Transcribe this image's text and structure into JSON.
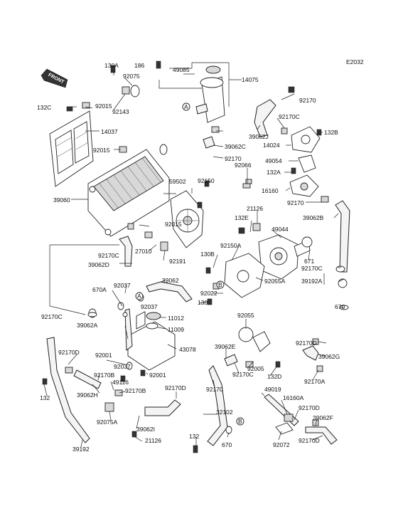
{
  "diagram_code": "E2032",
  "front_label": "FRONT",
  "ref_marks": [
    "A",
    "B"
  ],
  "part_numbers": [
    "130A",
    "186",
    "49085",
    "14075",
    "92075",
    "132C",
    "92015",
    "92143",
    "14037",
    "92170",
    "92170C",
    "39062J",
    "132B",
    "14024",
    "92015",
    "39062C",
    "92170",
    "49054",
    "92066",
    "132A",
    "16160",
    "59502",
    "92150",
    "39060",
    "92170",
    "39062B",
    "21126",
    "132E",
    "49044",
    "92015",
    "27010",
    "92191",
    "130B",
    "92150A",
    "671",
    "92170C",
    "92170C",
    "39062D",
    "670A",
    "92037",
    "39062",
    "92022",
    "92055A",
    "39192A",
    "130",
    "670",
    "11012",
    "92055",
    "92170C",
    "92037",
    "11009",
    "39062A",
    "43078",
    "92170D",
    "92170D",
    "92001",
    "39062E",
    "92005",
    "39062G",
    "92037",
    "92170C",
    "132D",
    "92170A",
    "92170B",
    "92001",
    "132",
    "39062H",
    "49116",
    "92170B",
    "92170D",
    "92170",
    "49019",
    "32102",
    "16160A",
    "92075A",
    "92170D",
    "39062I",
    "39062F",
    "21126",
    "132",
    "670",
    "92072",
    "92170D",
    "39192"
  ]
}
